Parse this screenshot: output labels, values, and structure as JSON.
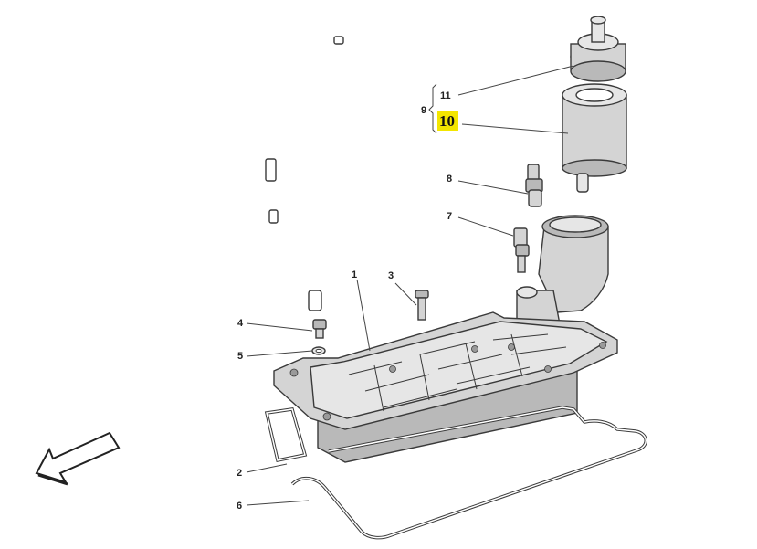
{
  "diagram": {
    "callouts": [
      {
        "id": "1",
        "label": "1"
      },
      {
        "id": "2",
        "label": "2"
      },
      {
        "id": "3",
        "label": "3"
      },
      {
        "id": "4",
        "label": "4"
      },
      {
        "id": "5",
        "label": "5"
      },
      {
        "id": "6",
        "label": "6"
      },
      {
        "id": "7",
        "label": "7"
      },
      {
        "id": "8",
        "label": "8"
      },
      {
        "id": "9",
        "label": "9"
      },
      {
        "id": "10",
        "label": "10",
        "highlighted": true
      },
      {
        "id": "11",
        "label": "11"
      }
    ],
    "highlight_color": "#f3e600",
    "part_color": "#d4d4d4",
    "line_color": "#3a3a3a",
    "direction_arrow": "front-direction-arrow"
  }
}
